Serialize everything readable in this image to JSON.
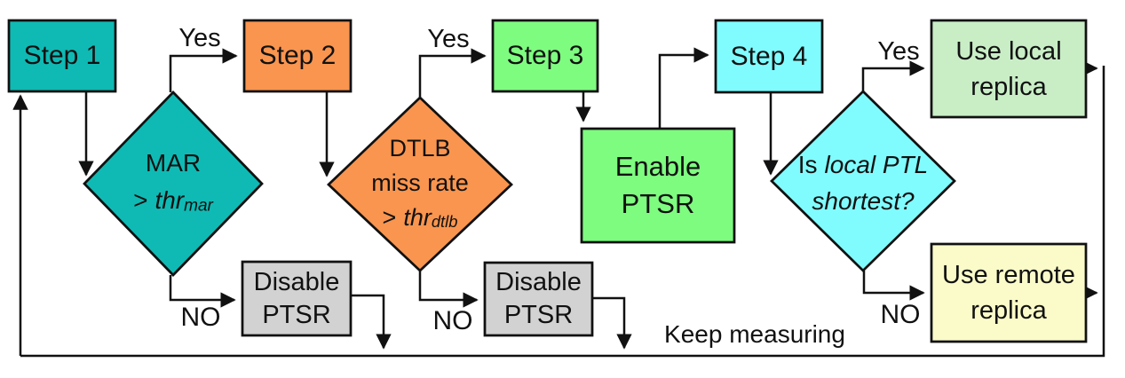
{
  "colors": {
    "teal": "#0fbab4",
    "orange": "#f9954f",
    "green": "#7efc80",
    "cyan": "#80fcff",
    "light_green": "#c9eec6",
    "light_yellow": "#fbfbc9",
    "gray": "#d2d2d2"
  },
  "boxes": {
    "step1": {
      "label": "Step 1"
    },
    "step2": {
      "label": "Step 2"
    },
    "step3": {
      "label": "Step 3"
    },
    "step4": {
      "label": "Step 4"
    },
    "enable_ptsr": {
      "line1": "Enable",
      "line2": "PTSR"
    },
    "disable_ptsr_1": {
      "line1": "Disable",
      "line2": "PTSR"
    },
    "disable_ptsr_2": {
      "line1": "Disable",
      "line2": "PTSR"
    },
    "use_local": {
      "line1": "Use local",
      "line2": "replica"
    },
    "use_remote": {
      "line1": "Use remote",
      "line2": "replica"
    }
  },
  "decisions": {
    "mar": {
      "line1": "MAR",
      "operator": ">",
      "threshold": "thr",
      "subscript": "mar"
    },
    "dtlb": {
      "line1": "DTLB",
      "line2": "miss rate",
      "operator": ">",
      "threshold": "thr",
      "subscript": "dtlb"
    },
    "local_ptl": {
      "prefix": "Is",
      "italic_line1": "local PTL",
      "italic_line2": "shortest?"
    }
  },
  "edge_labels": {
    "yes1": "Yes",
    "yes2": "Yes",
    "yes3": "Yes",
    "no1": "NO",
    "no2": "NO",
    "no3": "NO",
    "keep_measuring": "Keep measuring"
  }
}
